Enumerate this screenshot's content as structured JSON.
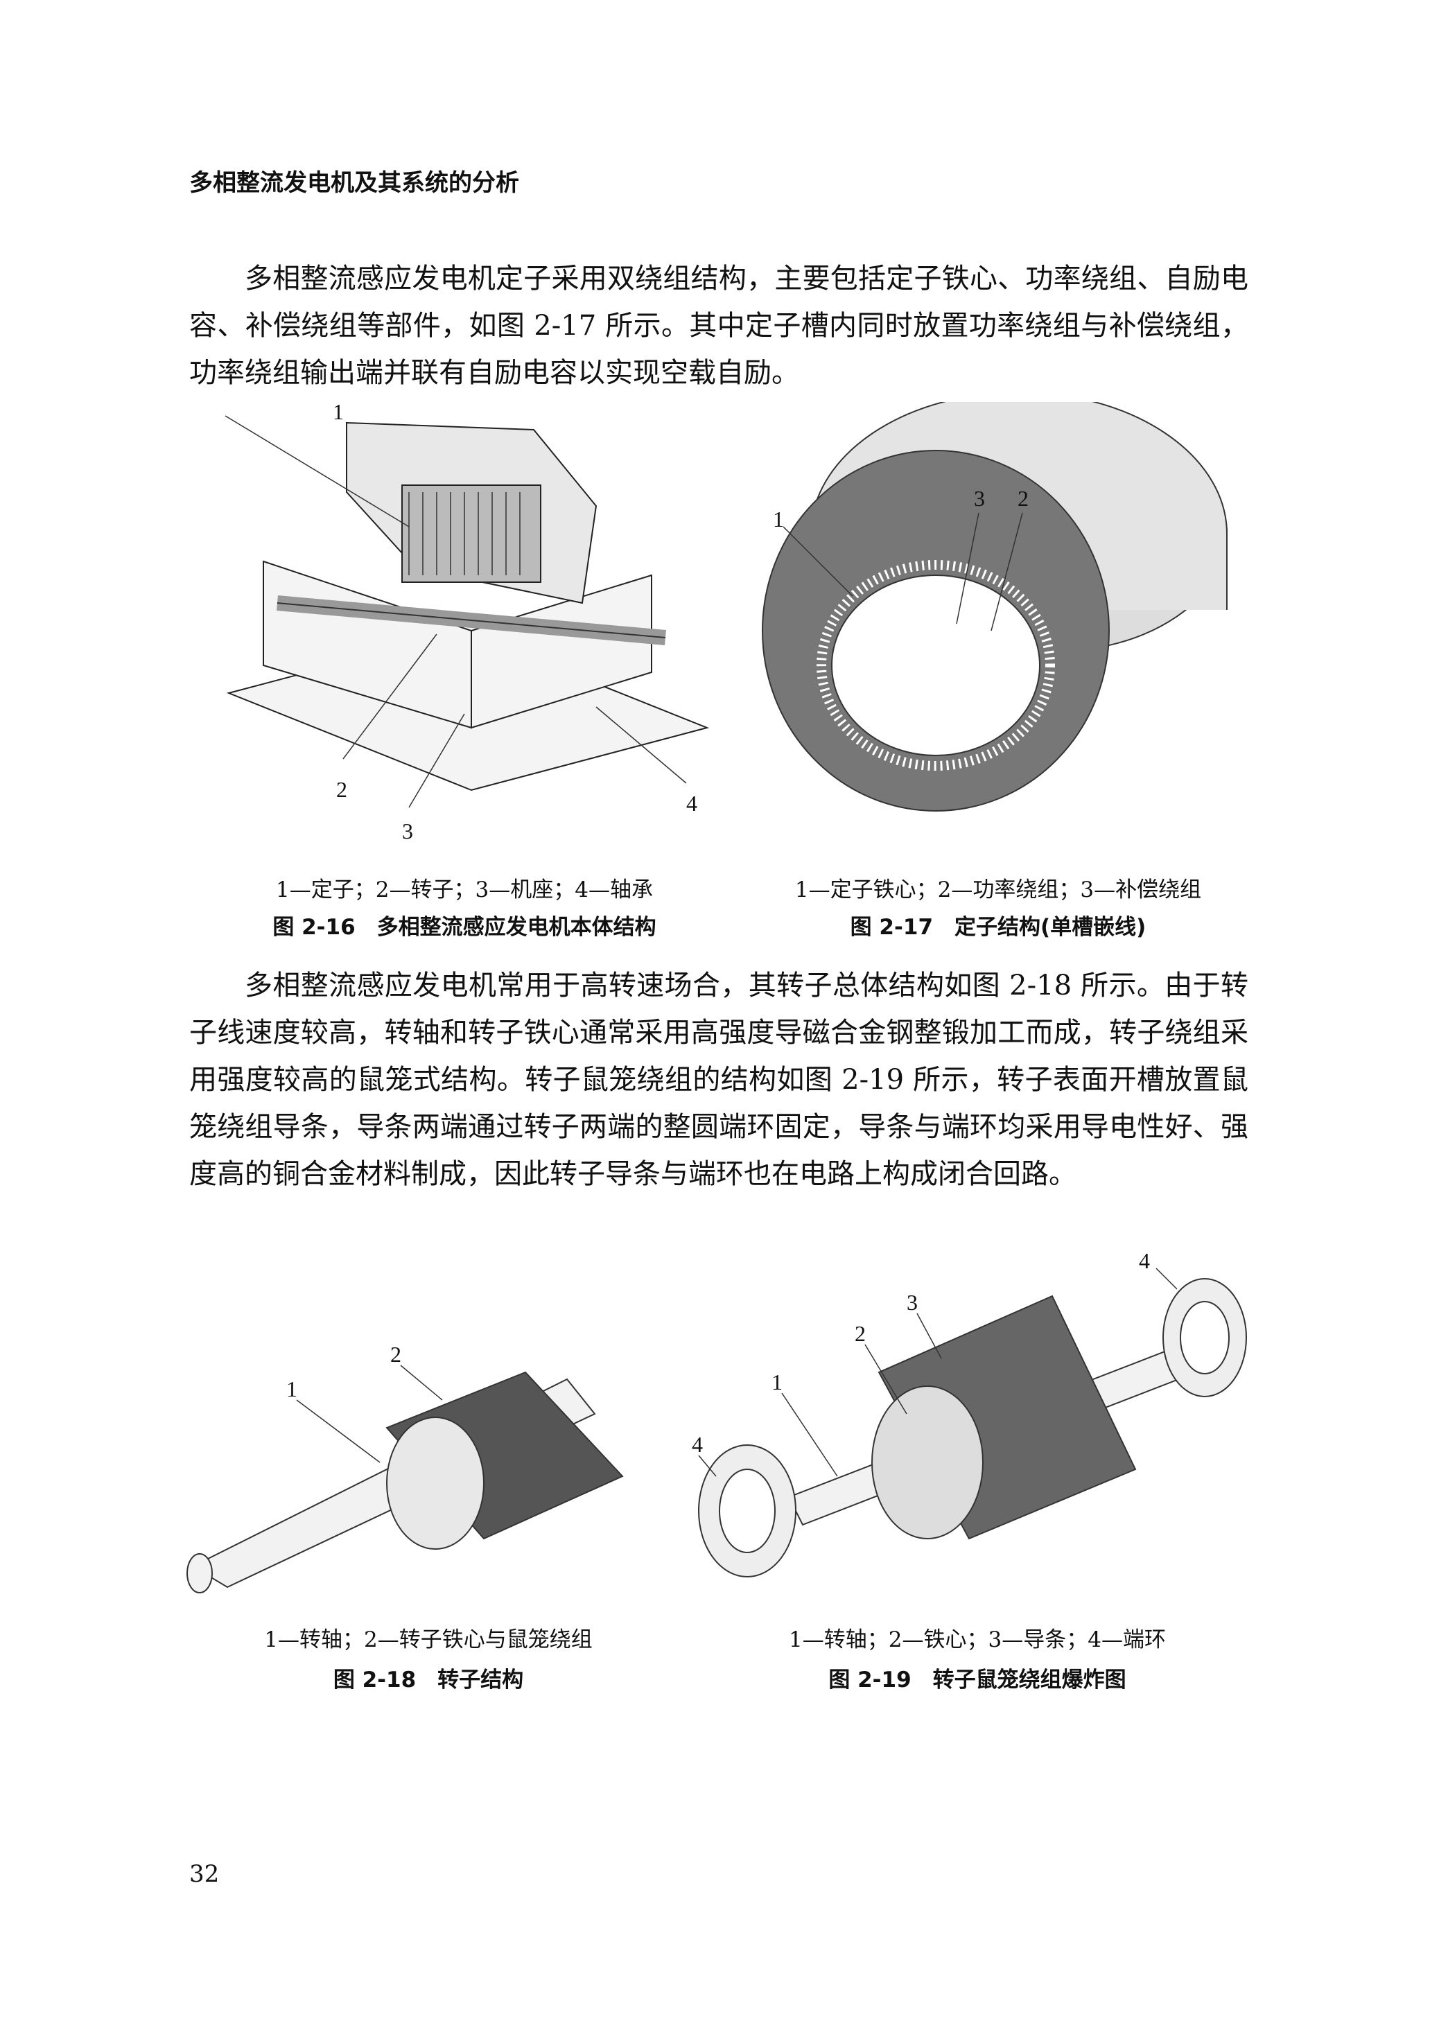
{
  "header": {
    "running_title": "多相整流发电机及其系统的分析"
  },
  "paragraphs": [
    "多相整流感应发电机定子采用双绕组结构，主要包括定子铁心、功率绕组、自励电容、补偿绕组等部件，如图 2-17 所示。其中定子槽内同时放置功率绕组与补偿绕组，功率绕组输出端并联有自励电容以实现空载自励。",
    "多相整流感应发电机常用于高转速场合，其转子总体结构如图 2-18 所示。由于转子线速度较高，转轴和转子铁心通常采用高强度导磁合金钢整锻加工而成，转子绕组采用强度较高的鼠笼式结构。转子鼠笼绕组的结构如图 2-19 所示，转子表面开槽放置鼠笼绕组导条，导条两端通过转子两端的整圆端环固定，导条与端环均采用导电性好、强度高的铜合金材料制成，因此转子导条与端环也在电路上构成闭合回路。"
  ],
  "figures": [
    {
      "id": "fig-2-16",
      "legend": "1—定子；2—转子；3—机座；4—轴承",
      "title": "图 2-16　多相整流感应发电机本体结构",
      "labels": [
        "1",
        "2",
        "3",
        "4"
      ]
    },
    {
      "id": "fig-2-17",
      "legend": "1—定子铁心；2—功率绕组；3—补偿绕组",
      "title": "图 2-17　定子结构(单槽嵌线)",
      "labels": [
        "1",
        "2",
        "3"
      ]
    },
    {
      "id": "fig-2-18",
      "legend": "1—转轴；2—转子铁心与鼠笼绕组",
      "title": "图 2-18　转子结构",
      "labels": [
        "1",
        "2"
      ]
    },
    {
      "id": "fig-2-19",
      "legend": "1—转轴；2—铁心；3—导条；4—端环",
      "title": "图 2-19　转子鼠笼绕组爆炸图",
      "labels": [
        "1",
        "2",
        "3",
        "4",
        "4"
      ]
    }
  ],
  "page_number": "32"
}
